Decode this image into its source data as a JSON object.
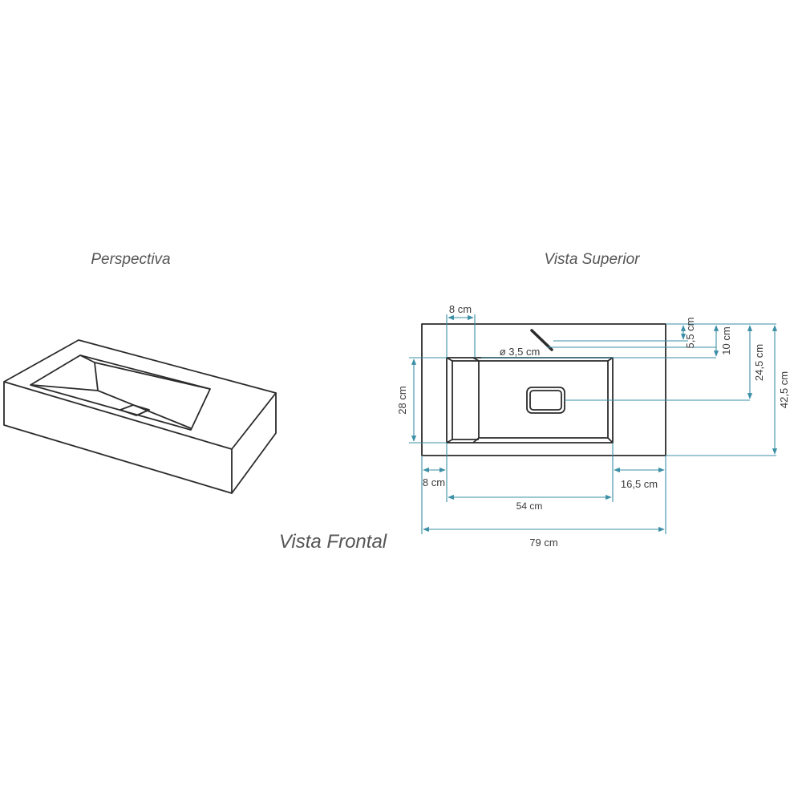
{
  "labels": {
    "perspective": "Perspectiva",
    "top_view": "Vista Superior",
    "front_view": "Vista Frontal"
  },
  "dimensions": {
    "top_8cm": "8 cm",
    "drain_diameter": "ø 3,5 cm",
    "right_5_5cm": "5,5 cm",
    "right_10cm": "10 cm",
    "right_24_5cm": "24,5 cm",
    "right_42_5cm": "42,5 cm",
    "left_28cm": "28 cm",
    "bottom_8cm": "8 cm",
    "bottom_16_5cm": "16,5 cm",
    "bottom_54cm": "54 cm",
    "bottom_79cm": "79 cm"
  },
  "colors": {
    "outline": "#2b2b2b",
    "dimension": "#3b8fa6",
    "title_text": "#555555"
  }
}
